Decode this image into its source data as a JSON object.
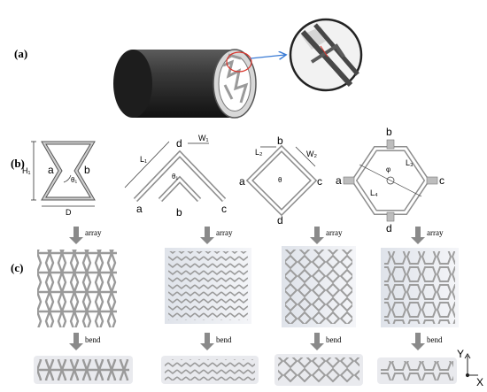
{
  "panels": {
    "a": "(a)",
    "b": "(b)",
    "c": "(c)"
  },
  "cells": [
    {
      "corner_labels": [
        "a",
        "b"
      ],
      "dims": [
        "H₁",
        "θ₁",
        "D"
      ]
    },
    {
      "corner_labels": [
        "d",
        "a",
        "b",
        "c"
      ],
      "dims": [
        "L₁",
        "W₁",
        "θ₁"
      ]
    },
    {
      "corner_labels": [
        "b",
        "a",
        "c",
        "d"
      ],
      "dims": [
        "L₂",
        "W₂",
        "θ"
      ]
    },
    {
      "corner_labels": [
        "b",
        "a",
        "c",
        "d"
      ],
      "dims": [
        "φ",
        "L₃",
        "L₄"
      ]
    }
  ],
  "steps": {
    "array": "array",
    "bend": "bend"
  },
  "axes": {
    "x": "X",
    "y": "Y"
  },
  "colors": {
    "tube": "#2a2a2a",
    "lattice": "#bdbdbd",
    "arrow": "#8a8a8a",
    "callout": "#d9342b",
    "link": "#3a7bd5"
  }
}
